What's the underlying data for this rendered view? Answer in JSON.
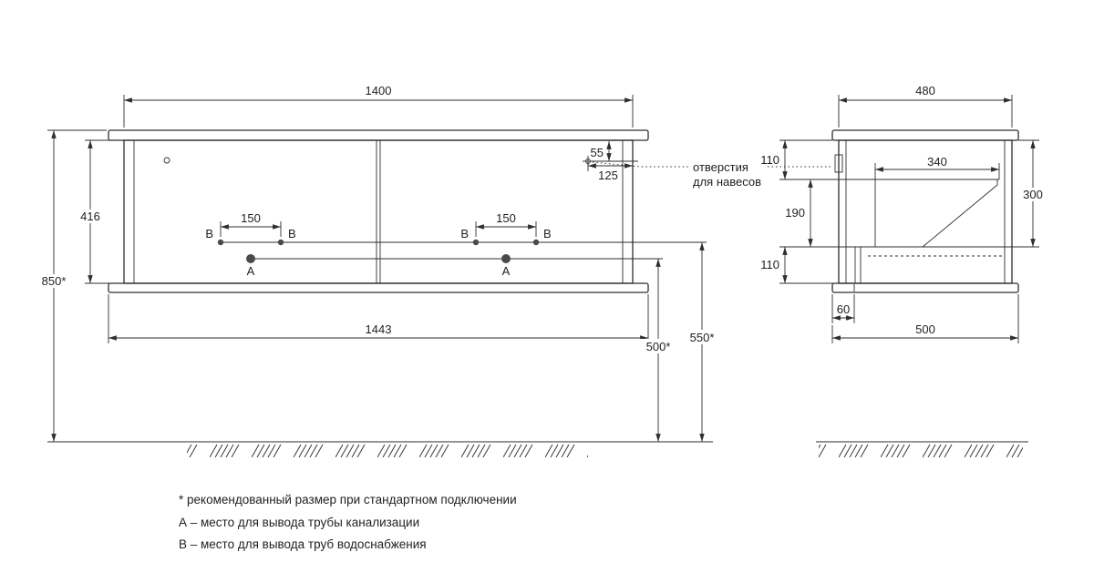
{
  "drawing": {
    "front": {
      "width_top": "1400",
      "body_height": "416",
      "total_height": "850*",
      "hanger_offset_v": "55",
      "hanger_offset_h": "125",
      "b_spacing_left": "150",
      "b_spacing_right": "150",
      "width_bottom": "1443",
      "drain_height": "500*",
      "supply_height": "550*",
      "label_b_ll": "В",
      "label_b_lr": "В",
      "label_b_rl": "В",
      "label_b_rr": "В",
      "label_a_left": "А",
      "label_a_right": "А",
      "hanger_note_line1": "отверстия",
      "hanger_note_line2": "для навесов"
    },
    "side": {
      "depth_top": "480",
      "upper_110": "110",
      "mid_190": "190",
      "lower_110": "110",
      "basin_width": "340",
      "right_300": "300",
      "bottom_60": "60",
      "depth_bottom": "500"
    }
  },
  "legend": {
    "note_star": "* рекомендованный размер при стандартном подключении",
    "note_a": "А – место для вывода трубы канализации",
    "note_b": "В – место для вывода труб водоснабжения"
  },
  "colors": {
    "line": "#2e2e2e",
    "text": "#1f1f1f",
    "hole_dot": "#4a4a4a",
    "background": "#ffffff"
  }
}
